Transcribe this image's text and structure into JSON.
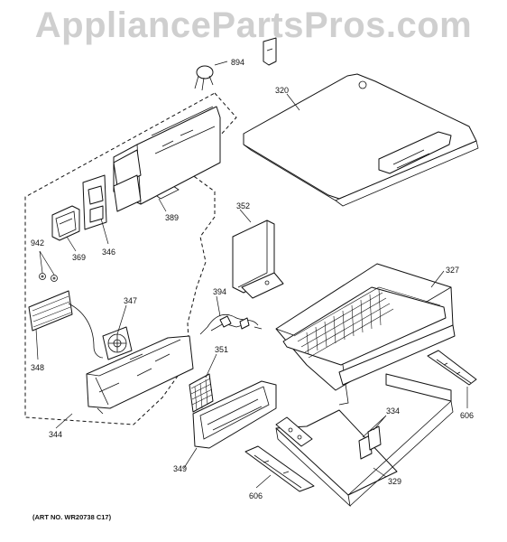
{
  "watermark": "AppliancePartsPros.com",
  "art_number": "(ART NO. WR20738 C17)",
  "callouts": {
    "c894": "894",
    "c320": "320",
    "c352": "352",
    "c327": "327",
    "c389": "389",
    "c346": "346",
    "c369": "369",
    "c942": "942",
    "c347": "347",
    "c394": "394",
    "c348": "348",
    "c351": "351",
    "c344": "344",
    "c606a": "606",
    "c334": "334",
    "c349": "349",
    "c329": "329",
    "c606b": "606"
  }
}
